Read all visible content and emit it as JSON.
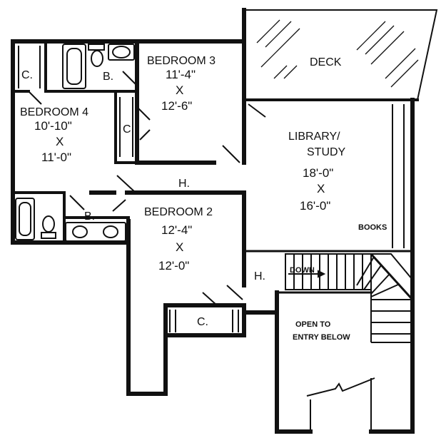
{
  "rooms": {
    "bedroom3": {
      "name": "BEDROOM 3",
      "w": "11'-4\"",
      "x": "X",
      "h": "12'-6\""
    },
    "bedroom4": {
      "name": "BEDROOM 4",
      "w": "10'-10\"",
      "x": "X",
      "h": "11'-0\""
    },
    "bedroom2": {
      "name": "BEDROOM 2",
      "w": "12'-4\"",
      "x": "X",
      "h": "12'-0\""
    },
    "library": {
      "name1": "LIBRARY/",
      "name2": "STUDY",
      "w": "18'-0\"",
      "x": "X",
      "h": "16'-0\""
    },
    "deck": {
      "name": "DECK"
    }
  },
  "labels": {
    "closet": "C.",
    "bath": "B.",
    "hall": "H.",
    "books": "BOOKS",
    "down": "DOWN",
    "open1": "OPEN TO",
    "open2": "ENTRY BELOW"
  }
}
